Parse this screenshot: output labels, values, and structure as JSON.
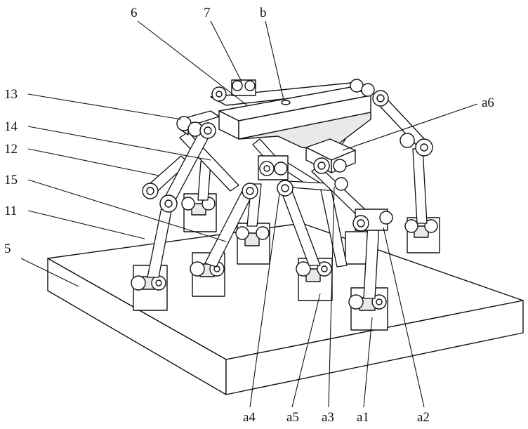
{
  "figure": {
    "labels": {
      "l6": "6",
      "l7": "7",
      "lb": "b",
      "l13": "13",
      "la6": "a6",
      "l14": "14",
      "l12": "12",
      "l15": "15",
      "l11": "11",
      "l5": "5",
      "la4": "a4",
      "la5": "a5",
      "la3": "a3",
      "la1": "a1",
      "la2": "a2"
    }
  }
}
